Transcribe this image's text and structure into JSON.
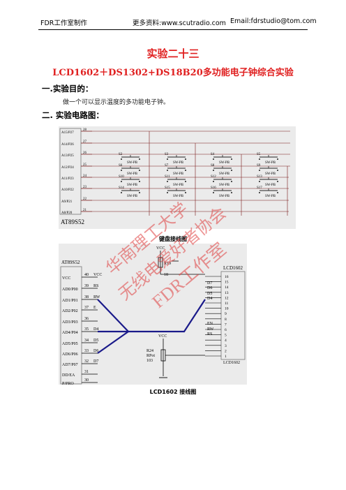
{
  "header": {
    "left": "FDR工作室制作",
    "center": "更多资料:www.scutradio.com",
    "right": "Email:fdrstudio@tom.com"
  },
  "title1": "实验二十三",
  "title2": "LCD1602＋DS1302+DS18B20多功能电子钟综合实验",
  "section1": {
    "heading": "一.实验目的：",
    "text": "做一个可以显示温度的多功能电子钟。"
  },
  "section2": {
    "heading": "二. 实验电路图："
  },
  "keyboard": {
    "caption": "键盘接线图",
    "chip_label": "AT89S52",
    "ports": [
      "A15/P27",
      "A14/P26",
      "A13/P25",
      "A12/P24",
      "A11/P23",
      "A10/P22",
      "A9/P21",
      "A8/P20"
    ],
    "pins": [
      "28",
      "27",
      "26",
      "25",
      "24",
      "23",
      "22",
      "21"
    ],
    "switch_names": [
      "S2",
      "S3",
      "S4",
      "S5",
      "S6",
      "S7",
      "S8",
      "S9",
      "S10",
      "S11",
      "S12",
      "S13",
      "S14",
      "S15",
      "S16",
      "S17"
    ],
    "switch_type": "SW-PB"
  },
  "lcd": {
    "caption": "LCD1602 接线图",
    "mcu_label": "AT89S52",
    "mcu_pins": [
      "VCC",
      "AD0/P00",
      "AD1/P01",
      "AD2/P02",
      "AD3/P03",
      "AD4/P04",
      "AD5/P05",
      "AD6/P06",
      "AD7/P07",
      "DD/EA",
      "P/PRO"
    ],
    "mcu_pin_numbers": [
      "40",
      "39",
      "38",
      "37",
      "36",
      "35",
      "34",
      "33",
      "32",
      "31",
      "30"
    ],
    "mcu_net_labels": [
      "VCC",
      "RS",
      "RW",
      "E",
      "",
      "D4",
      "D5",
      "D6",
      "D7",
      "",
      ""
    ],
    "lcd_label": "LCD1602",
    "lcd_pins": [
      "16",
      "15",
      "14",
      "13",
      "12",
      "11",
      "10",
      "9",
      "8",
      "7",
      "6",
      "5",
      "4",
      "3",
      "2",
      "1"
    ],
    "lcd_net_labels": [
      "D7",
      "D6",
      "D5",
      "D4",
      "EN",
      "RW",
      "RS"
    ],
    "vcc_label": "VCC",
    "r19": {
      "name": "R19",
      "value": "18"
    },
    "r24": {
      "name": "R24",
      "type": "RPot",
      "value": "103"
    }
  },
  "watermark": {
    "lines": [
      "华南理工大学",
      "无线电爱好者协会",
      "FDR工作室"
    ],
    "color": "#e04040"
  }
}
